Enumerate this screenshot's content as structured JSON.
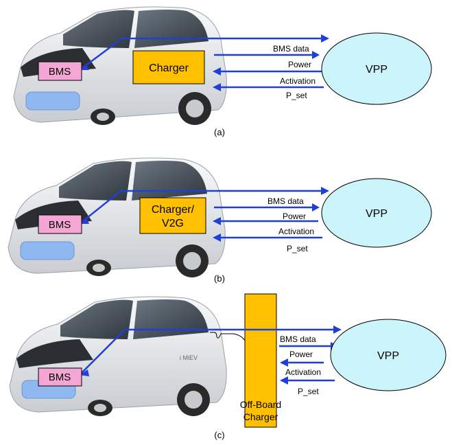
{
  "colors": {
    "arrow": "#1f3fd6",
    "bms_fill": "#f4a6d4",
    "charger_fill": "#ffc000",
    "vpp_fill": "#ccf4fb",
    "car_body": "#eceef0",
    "window": "#55606b",
    "headlight": "#8fb8f0"
  },
  "panels": [
    {
      "caption": "(a)",
      "bms": "BMS",
      "charger_lines": [
        "Charger"
      ],
      "vpp": "VPP",
      "signals": [
        "BMS data",
        "Power",
        "Activation",
        "P_set"
      ]
    },
    {
      "caption": "(b)",
      "bms": "BMS",
      "charger_lines": [
        "Charger/",
        "V2G"
      ],
      "vpp": "VPP",
      "signals": [
        "BMS data",
        "Power",
        "Activation",
        "P_set"
      ]
    },
    {
      "caption": "(c)",
      "bms": "BMS",
      "charger_lines": [
        "Off-Board",
        "Charger"
      ],
      "vpp": "VPP",
      "signals": [
        "BMS data",
        "Power",
        "Activation",
        "P_set"
      ],
      "car_badge": "i MiEV"
    }
  ]
}
